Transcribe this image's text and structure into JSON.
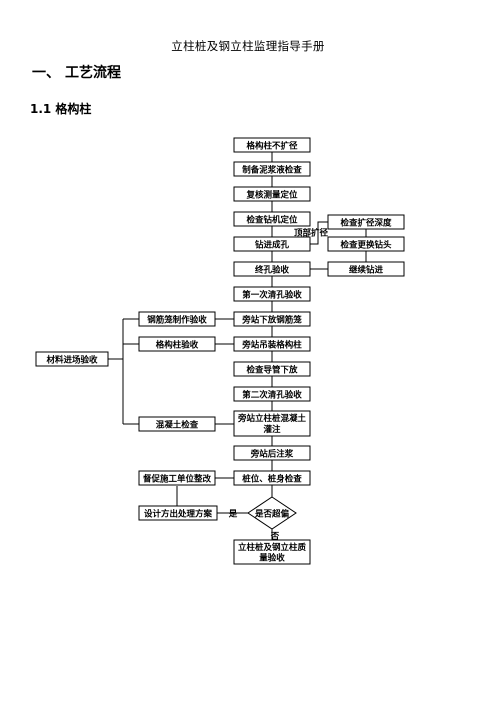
{
  "document": {
    "title": "立柱桩及钢立柱监理指导手册",
    "section_number": "一、",
    "section_title": "工艺流程",
    "subsection_title": "1.1 格构柱"
  },
  "flowchart": {
    "steps": {
      "no_expansion": "格构柱不扩径",
      "prepare_mud": "制备泥浆液检查",
      "recheck_survey": "复核测量定位",
      "check_rig": "检查钻机定位",
      "drilling": "钻进成孔",
      "final_hole": "终孔验收",
      "first_clean": "第一次清孔验收",
      "lower_cage": "旁站下放钢筋笼",
      "hoist_column": "旁站吊装格构柱",
      "check_tremie": "检查导管下放",
      "second_clean": "第二次清孔验收",
      "pour_line1": "旁站立柱桩混凝土",
      "pour_line2": "灌注",
      "post_grout": "旁站后注浆",
      "pos_check": "桩位、桩身检查",
      "final_line1": "立柱桩及钢立柱质",
      "final_line2": "量验收"
    },
    "side": {
      "check_expand_depth": "检查扩径深度",
      "check_bit_change": "检查更换钻头",
      "continue_drilling": "继续钻进",
      "top_expand": "顶部扩径",
      "materials": "材料进场验收",
      "cage_fabrication": "钢筋笼制作验收",
      "column_acceptance": "格构柱验收",
      "concrete_check": "混凝土检查",
      "supervise_rectify": "督促施工单位整改",
      "design_solution": "设计方出处理方案"
    },
    "decision": {
      "question": "是否超偏",
      "yes": "是",
      "no": "否"
    }
  }
}
